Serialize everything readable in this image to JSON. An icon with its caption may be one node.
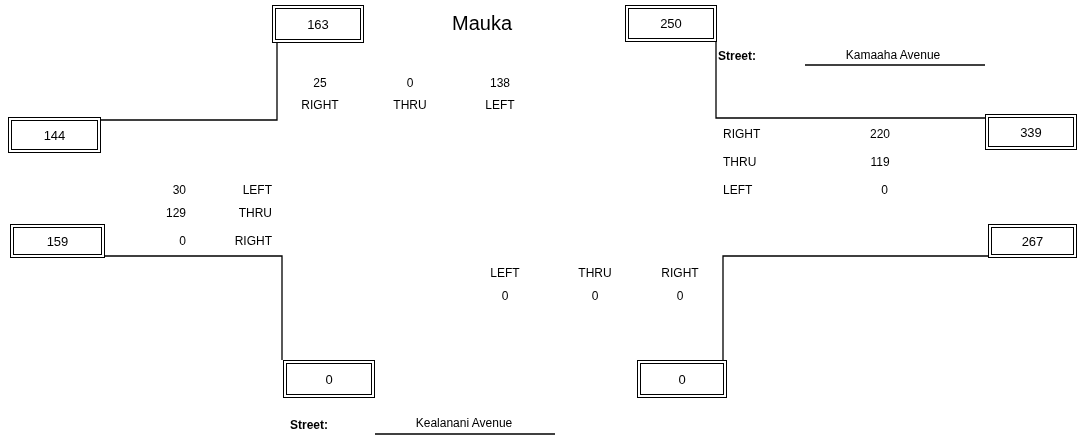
{
  "diagram": {
    "title": "Mauka",
    "nodes": [
      {
        "text": [
          "163"
        ]
      },
      {
        "text": [
          "250"
        ]
      },
      {
        "text": [
          "144"
        ]
      },
      {
        "text": [
          "339"
        ]
      },
      {
        "text": [
          "159"
        ]
      },
      {
        "text": [
          "267"
        ]
      },
      {
        "text": [
          "0"
        ]
      },
      {
        "text": [
          "0"
        ]
      }
    ],
    "edges": [
      {
        "from": 0,
        "to": 2,
        "arrow": "none"
      },
      {
        "from": 1,
        "to": 3,
        "arrow": "none"
      },
      {
        "from": 4,
        "to": 6,
        "arrow": "none"
      },
      {
        "from": 5,
        "to": 7,
        "arrow": "none"
      }
    ],
    "labels": [
      "Street:",
      "Kamaaha Avenue",
      "25",
      "0",
      "138",
      "RIGHT",
      "THRU",
      "LEFT",
      "RIGHT",
      "220",
      "THRU",
      "119",
      "30",
      "LEFT",
      "LEFT",
      "0",
      "129",
      "THRU",
      "0",
      "RIGHT",
      "LEFT",
      "THRU",
      "RIGHT",
      "0",
      "0",
      "0",
      "Street:",
      "Kealanani Avenue"
    ]
  }
}
